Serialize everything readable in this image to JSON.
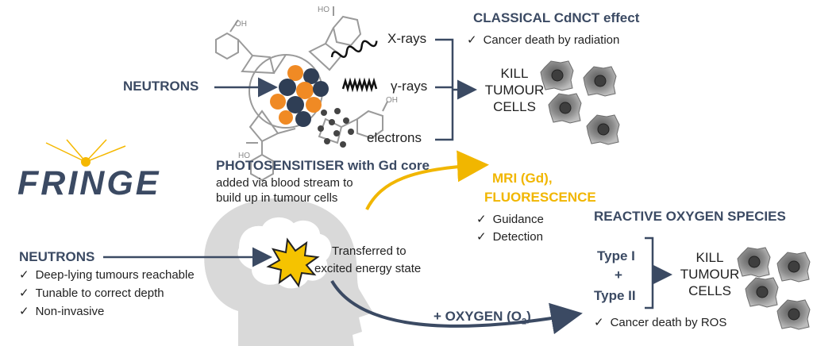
{
  "top": {
    "neutrons": "NEUTRONS",
    "xrays": "X-rays",
    "gammarays": "γ-rays",
    "electrons": "electrons",
    "oh_label": "HO",
    "oh_label2": "OH",
    "classical_title": "CLASSICAL CdNCT effect",
    "classical_check": "Cancer death by radiation",
    "kill_lines": [
      "KILL",
      "TUMOUR",
      "CELLS"
    ]
  },
  "logo": {
    "text": "FRINGE",
    "color_dark": "#3b4a63",
    "color_sun": "#f5b800"
  },
  "photosensitiser": {
    "title": "PHOTOSENSITISER with Gd core",
    "desc_lines": [
      "added via blood stream to",
      "build up in tumour cells"
    ]
  },
  "mri": {
    "title_lines": [
      "MRI (Gd),",
      "FLUORESCENCE"
    ],
    "checks": [
      "Guidance",
      "Detection"
    ]
  },
  "bottom": {
    "neutrons": "NEUTRONS",
    "checks": [
      "Deep-lying tumours reachable",
      "Tunable to correct depth",
      "Non-invasive"
    ],
    "transferred_lines": [
      "Transferred to",
      "excited energy state"
    ],
    "oxygen_prefix": "+ OXYGEN (O",
    "oxygen_sub": "2",
    "oxygen_suffix": ")"
  },
  "ros": {
    "title": "REACTIVE OXYGEN SPECIES",
    "type1": "Type I",
    "plus": "+",
    "type2": "Type II",
    "kill_lines": [
      "KILL",
      "TUMOUR",
      "CELLS"
    ],
    "check": "Cancer death by ROS"
  },
  "colors": {
    "navy": "#3b4a63",
    "yellow": "#f1b600",
    "orange": "#f08a24",
    "head": "#d9d9d9"
  }
}
